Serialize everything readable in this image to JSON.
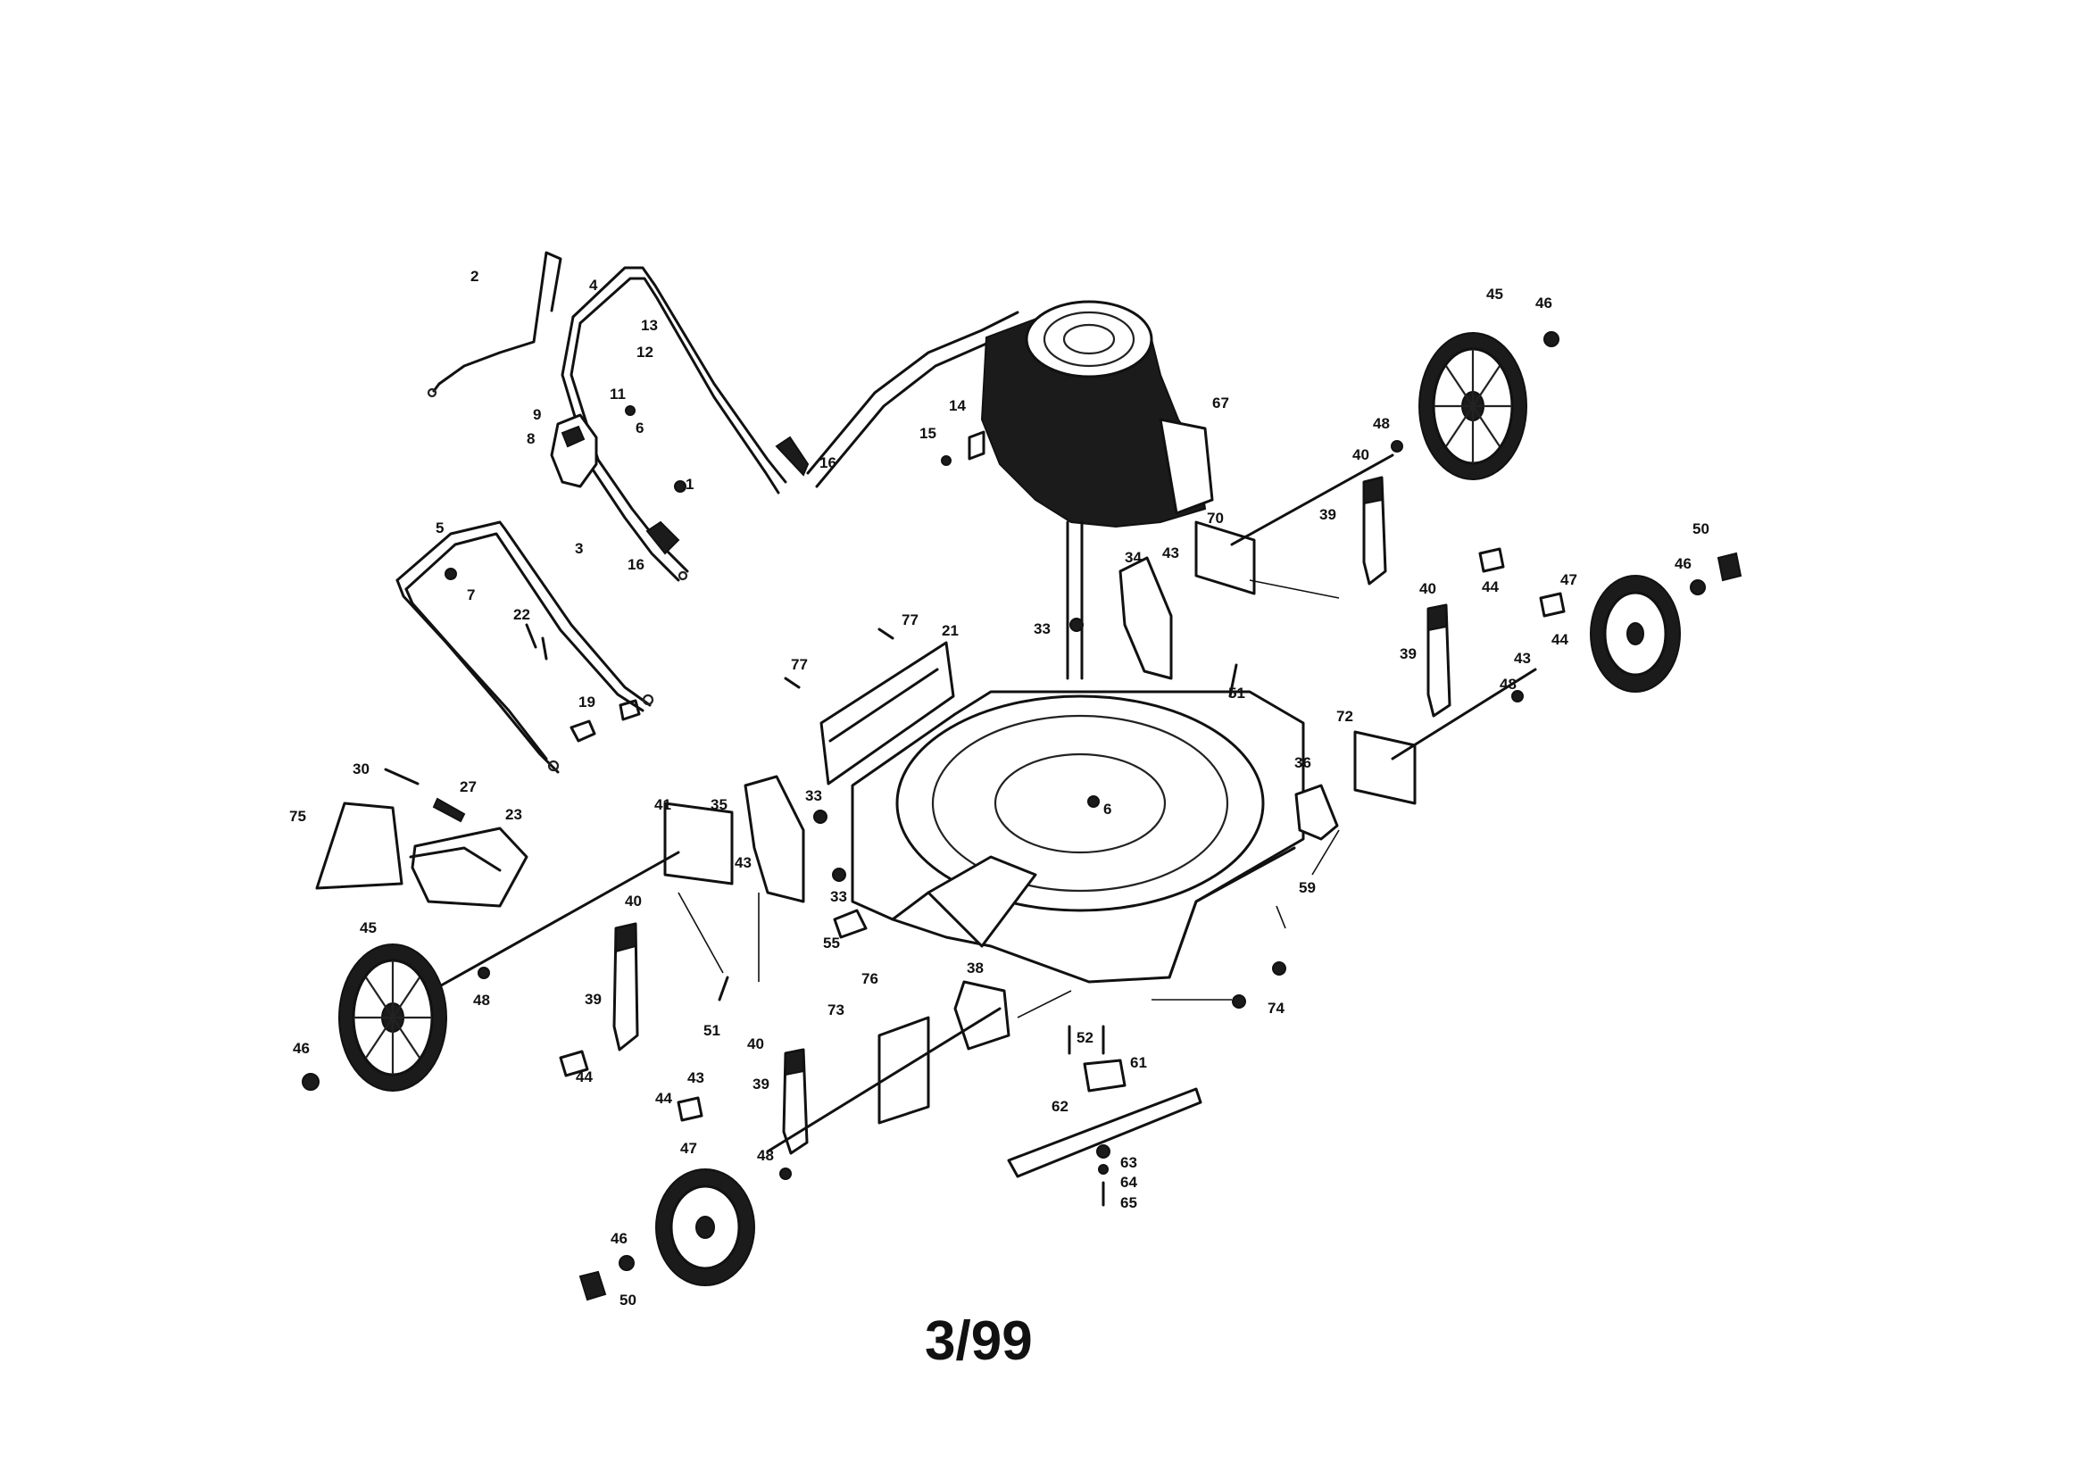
{
  "diagram": {
    "page_label": "3/99",
    "callouts": [
      "2",
      "4",
      "13",
      "12",
      "11",
      "6",
      "9",
      "8",
      "1",
      "16",
      "3",
      "16",
      "5",
      "7",
      "22",
      "19",
      "30",
      "27",
      "75",
      "23",
      "45",
      "46",
      "48",
      "47",
      "46",
      "50",
      "41",
      "35",
      "43",
      "33",
      "40",
      "39",
      "51",
      "44",
      "43",
      "44",
      "40",
      "39",
      "48",
      "14",
      "15",
      "67",
      "70",
      "34",
      "43",
      "33",
      "51",
      "77",
      "77",
      "21",
      "6",
      "33",
      "55",
      "76",
      "73",
      "38",
      "52",
      "61",
      "62",
      "63",
      "64",
      "65",
      "74",
      "59",
      "36",
      "72",
      "45",
      "46",
      "48",
      "40",
      "39",
      "44",
      "50",
      "46",
      "47",
      "43",
      "44",
      "40",
      "39",
      "48"
    ]
  }
}
